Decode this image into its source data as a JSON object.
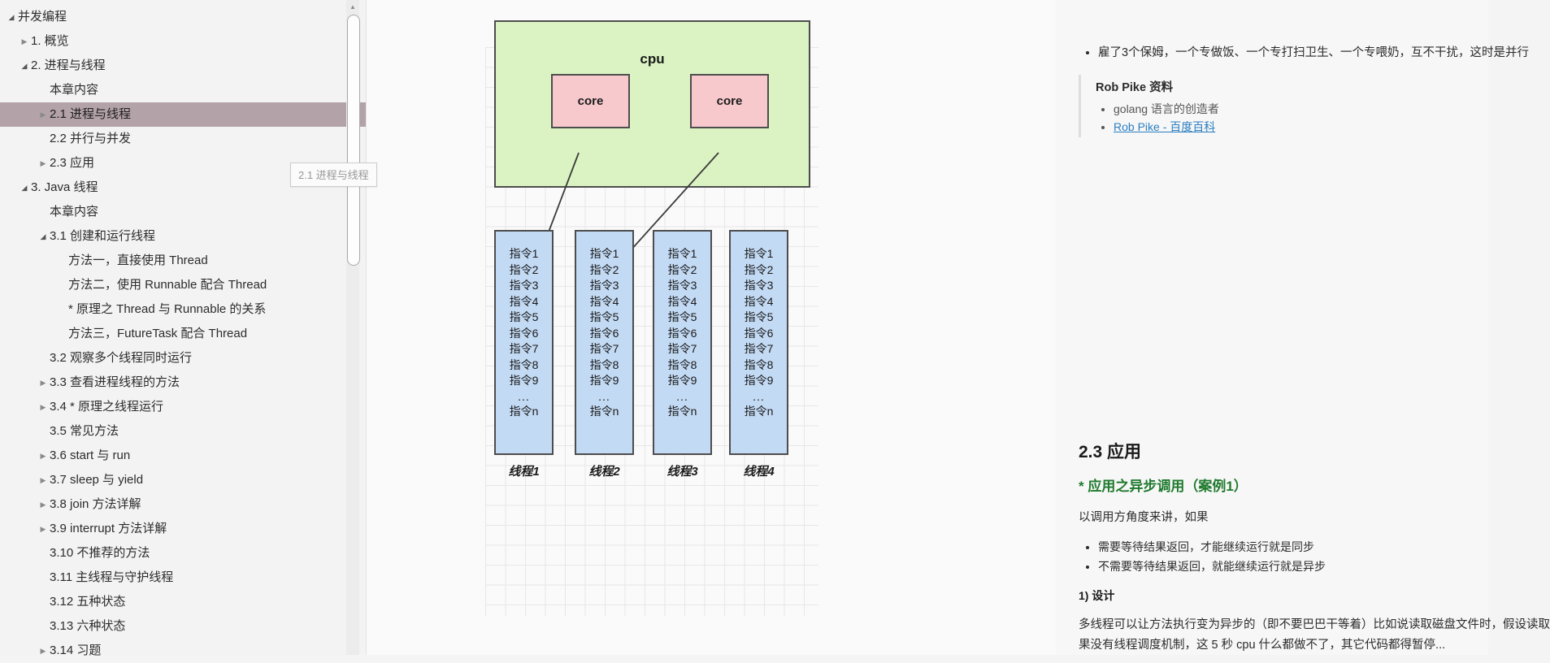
{
  "sidebar": {
    "tooltip": "2.1 进程与线程",
    "scrollbar": {
      "up_arrow": "▲"
    },
    "items": [
      {
        "label": "并发编程",
        "level": 0,
        "twisty": "open",
        "selected": false
      },
      {
        "label": "1. 概览",
        "level": 1,
        "twisty": "closed",
        "selected": false
      },
      {
        "label": "2. 进程与线程",
        "level": 1,
        "twisty": "open",
        "selected": false
      },
      {
        "label": "本章内容",
        "level": 2,
        "twisty": "none",
        "selected": false
      },
      {
        "label": "2.1 进程与线程",
        "level": 2,
        "twisty": "closed",
        "selected": true
      },
      {
        "label": "2.2 并行与并发",
        "level": 2,
        "twisty": "none",
        "selected": false
      },
      {
        "label": "2.3 应用",
        "level": 2,
        "twisty": "closed",
        "selected": false
      },
      {
        "label": "3. Java 线程",
        "level": 1,
        "twisty": "open",
        "selected": false
      },
      {
        "label": "本章内容",
        "level": 2,
        "twisty": "none",
        "selected": false
      },
      {
        "label": "3.1 创建和运行线程",
        "level": 2,
        "twisty": "open",
        "selected": false
      },
      {
        "label": "方法一，直接使用 Thread",
        "level": 3,
        "twisty": "none",
        "selected": false
      },
      {
        "label": "方法二，使用 Runnable 配合 Thread",
        "level": 3,
        "twisty": "none",
        "selected": false
      },
      {
        "label": "* 原理之 Thread 与 Runnable 的关系",
        "level": 3,
        "twisty": "none",
        "selected": false
      },
      {
        "label": "方法三，FutureTask 配合 Thread",
        "level": 3,
        "twisty": "none",
        "selected": false
      },
      {
        "label": "3.2 观察多个线程同时运行",
        "level": 2,
        "twisty": "none",
        "selected": false
      },
      {
        "label": "3.3 查看进程线程的方法",
        "level": 2,
        "twisty": "closed",
        "selected": false
      },
      {
        "label": "3.4 * 原理之线程运行",
        "level": 2,
        "twisty": "closed",
        "selected": false
      },
      {
        "label": "3.5 常见方法",
        "level": 2,
        "twisty": "none",
        "selected": false
      },
      {
        "label": "3.6 start 与 run",
        "level": 2,
        "twisty": "closed",
        "selected": false
      },
      {
        "label": "3.7 sleep 与 yield",
        "level": 2,
        "twisty": "closed",
        "selected": false
      },
      {
        "label": "3.8 join 方法详解",
        "level": 2,
        "twisty": "closed",
        "selected": false
      },
      {
        "label": "3.9 interrupt 方法详解",
        "level": 2,
        "twisty": "closed",
        "selected": false
      },
      {
        "label": "3.10 不推荐的方法",
        "level": 2,
        "twisty": "none",
        "selected": false
      },
      {
        "label": "3.11 主线程与守护线程",
        "level": 2,
        "twisty": "none",
        "selected": false
      },
      {
        "label": "3.12 五种状态",
        "level": 2,
        "twisty": "none",
        "selected": false
      },
      {
        "label": "3.13 六种状态",
        "level": 2,
        "twisty": "none",
        "selected": false
      },
      {
        "label": "3.14 习题",
        "level": 2,
        "twisty": "closed",
        "selected": false
      }
    ]
  },
  "diagram": {
    "cpu_label": "cpu",
    "core_label_1": "core",
    "core_label_2": "core",
    "instructions": [
      "指令1",
      "指令2",
      "指令3",
      "指令4",
      "指令5",
      "指令6",
      "指令7",
      "指令8",
      "指令9",
      "...",
      "指令n"
    ],
    "thread_names": [
      "线程1",
      "线程2",
      "线程3",
      "线程4"
    ],
    "colors": {
      "cpu_fill": "#dbf3c2",
      "core_fill": "#f7c9cd",
      "thread_fill": "#c3daf4",
      "stroke": "#4d4d4d",
      "grid": "#e7e7e7"
    }
  },
  "right": {
    "top_bullet": "雇了3个保姆，一个专做饭、一个专打扫卫生、一个专喂奶，互不干扰，这时是并行",
    "quote_title": "Rob Pike 资料",
    "quote_items": [
      "golang 语言的创造者"
    ],
    "quote_link": "Rob Pike - 百度百科",
    "section_title": "2.3 应用",
    "section_subtitle": "* 应用之异步调用（案例1）",
    "intro": "以调用方角度来讲，如果",
    "bullets": [
      "需要等待结果返回，才能继续运行就是同步",
      "不需要等待结果返回，就能继续运行就是异步"
    ],
    "design_heading": "1) 设计",
    "design_text_line1": "多线程可以让方法执行变为异步的（即不要巴巴干等着）比如说读取磁盘文件时，假设读取",
    "design_text_line2": "果没有线程调度机制，这 5 秒 cpu 什么都做不了，其它代码都得暂停..."
  }
}
